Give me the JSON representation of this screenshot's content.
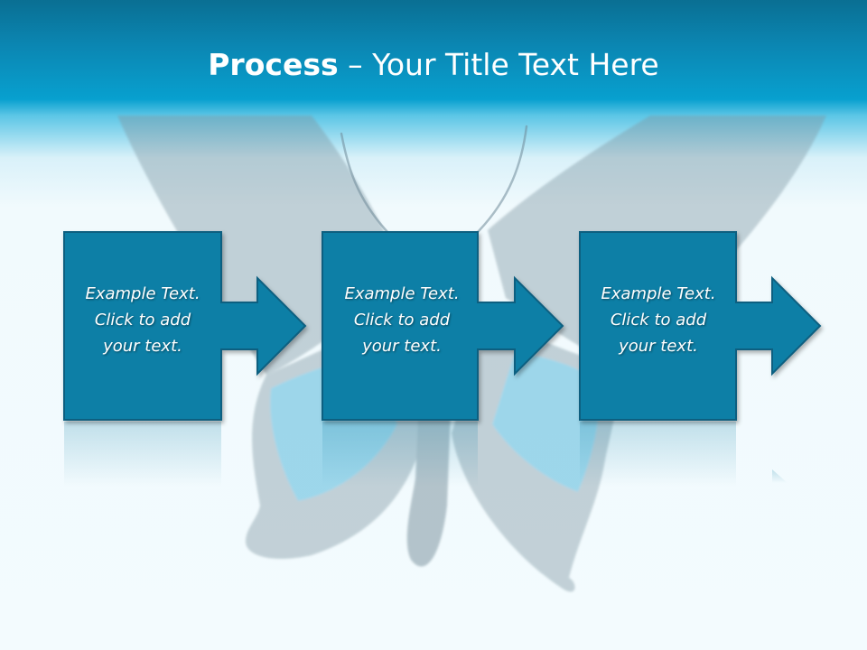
{
  "slide": {
    "title_bold": "Process",
    "title_rest": " – Your Title Text Here"
  },
  "process_steps": [
    {
      "line1": "Example Text.",
      "line2": "Click  to add",
      "line3": "your text."
    },
    {
      "line1": "Example Text.",
      "line2": "Click  to add",
      "line3": "your text."
    },
    {
      "line1": "Example Text.",
      "line2": "Click  to add",
      "line3": "your text."
    }
  ],
  "colors": {
    "block_fill": "#0e7fa6",
    "block_border": "#0a5f80",
    "header": "#0b86b2",
    "butterfly": "#7f97a3"
  }
}
